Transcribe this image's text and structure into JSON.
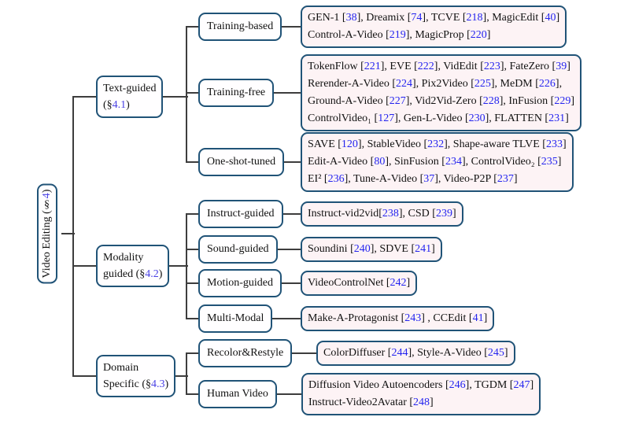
{
  "figure": {
    "root": {
      "label": "Video Editing (§4)"
    },
    "branches": [
      {
        "lines": [
          "Text-guided",
          "(§4.1)"
        ],
        "children": [
          {
            "label": "Training-based",
            "leaf": [
              "GEN-1 [38], Dreamix [74], TCVE [218], MagicEdit [40]",
              "Control-A-Video [219], MagicProp [220]"
            ]
          },
          {
            "label": "Training-free",
            "leaf": [
              "TokenFlow [221], EVE [222], VidEdit [223], FateZero [39]",
              "Rerender-A-Video [224], Pix2Video [225], MeDM [226],",
              "Ground-A-Video [227], Vid2Vid-Zero [228], InFusion [229]",
              "ControlVideo₁ [127], Gen-L-Video [230], FLATTEN [231]"
            ]
          },
          {
            "label": "One-shot-tuned",
            "leaf": [
              "SAVE [120], StableVideo [232], Shape-aware TLVE [233]",
              "Edit-A-Video [80], SinFusion [234], ControlVideo₂ [235]",
              "EI² [236], Tune-A-Video [37], Video-P2P [237]"
            ]
          }
        ]
      },
      {
        "lines": [
          "Modality",
          "guided (§4.2)"
        ],
        "children": [
          {
            "label": "Instruct-guided",
            "leaf": [
              "Instruct-vid2vid[238], CSD [239]"
            ]
          },
          {
            "label": "Sound-guided",
            "leaf": [
              "Soundini [240], SDVE [241]"
            ]
          },
          {
            "label": "Motion-guided",
            "leaf": [
              "VideoControlNet [242]"
            ]
          },
          {
            "label": "Multi-Modal",
            "leaf": [
              "Make-A-Protagonist [243] , CCEdit [41]"
            ]
          }
        ]
      },
      {
        "lines": [
          "Domain",
          "Specific (§4.3)"
        ],
        "children": [
          {
            "label": "Recolor&Restyle",
            "leaf": [
              "ColorDiffuser [244], Style-A-Video [245]"
            ]
          },
          {
            "label": "Human Video",
            "leaf": [
              "Diffusion Video Autoencoders [246], TGDM [247]",
              "Instruct-Video2Avatar [248]"
            ]
          }
        ]
      }
    ],
    "colors": {
      "box_border": "#205377",
      "leaf_fill": "#fdf3f5",
      "node_fill": "#fffeff",
      "connector": "#3d3d3d",
      "citation_number": "#2424ef",
      "section_number": "#4a42e4",
      "text": "#111111"
    }
  }
}
